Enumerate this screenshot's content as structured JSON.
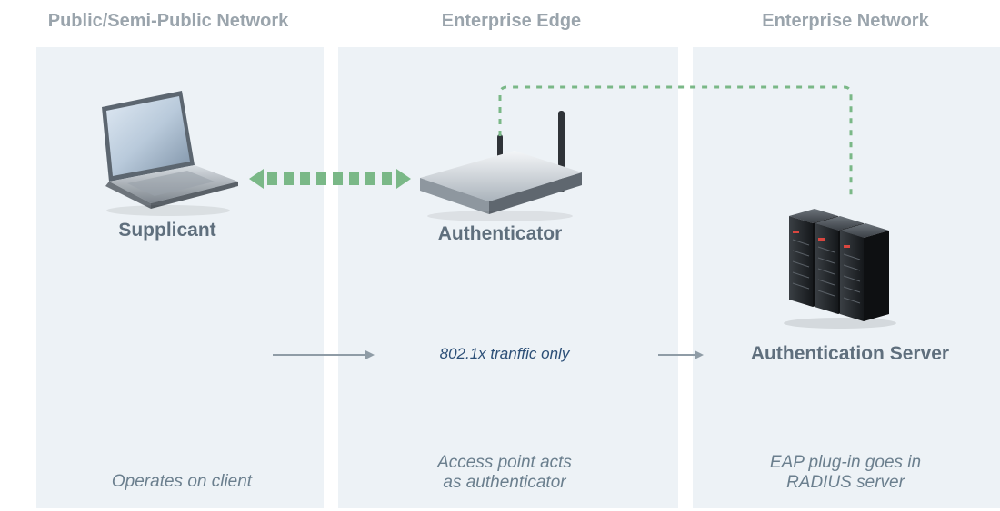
{
  "zones": {
    "left": {
      "header": "Public/Semi-Public Network",
      "caption": [
        "Operates on client"
      ]
    },
    "middle": {
      "header": "Enterprise Edge",
      "caption": [
        "Access point acts",
        "as authenticator"
      ]
    },
    "right": {
      "header": "Enterprise Network",
      "caption": [
        "EAP plug-in goes in",
        "RADIUS server"
      ]
    }
  },
  "nodes": {
    "supplicant": {
      "label": "Supplicant",
      "icon": "laptop-icon"
    },
    "authenticator": {
      "label": "Authenticator",
      "icon": "access-point-icon"
    },
    "auth_server": {
      "label": "Authentication Server",
      "icon": "server-rack-icon"
    }
  },
  "flow": {
    "label": "802.1x tranffic only"
  },
  "colors": {
    "header_text": "#9aa4ac",
    "panel_bg": "#edf2f6",
    "label_text": "#5f6f7d",
    "flow_text": "#2c4f77",
    "caption_text": "#6b7f8e",
    "link_green": "#7ab887",
    "arrow_gray": "#8f9ca6"
  }
}
